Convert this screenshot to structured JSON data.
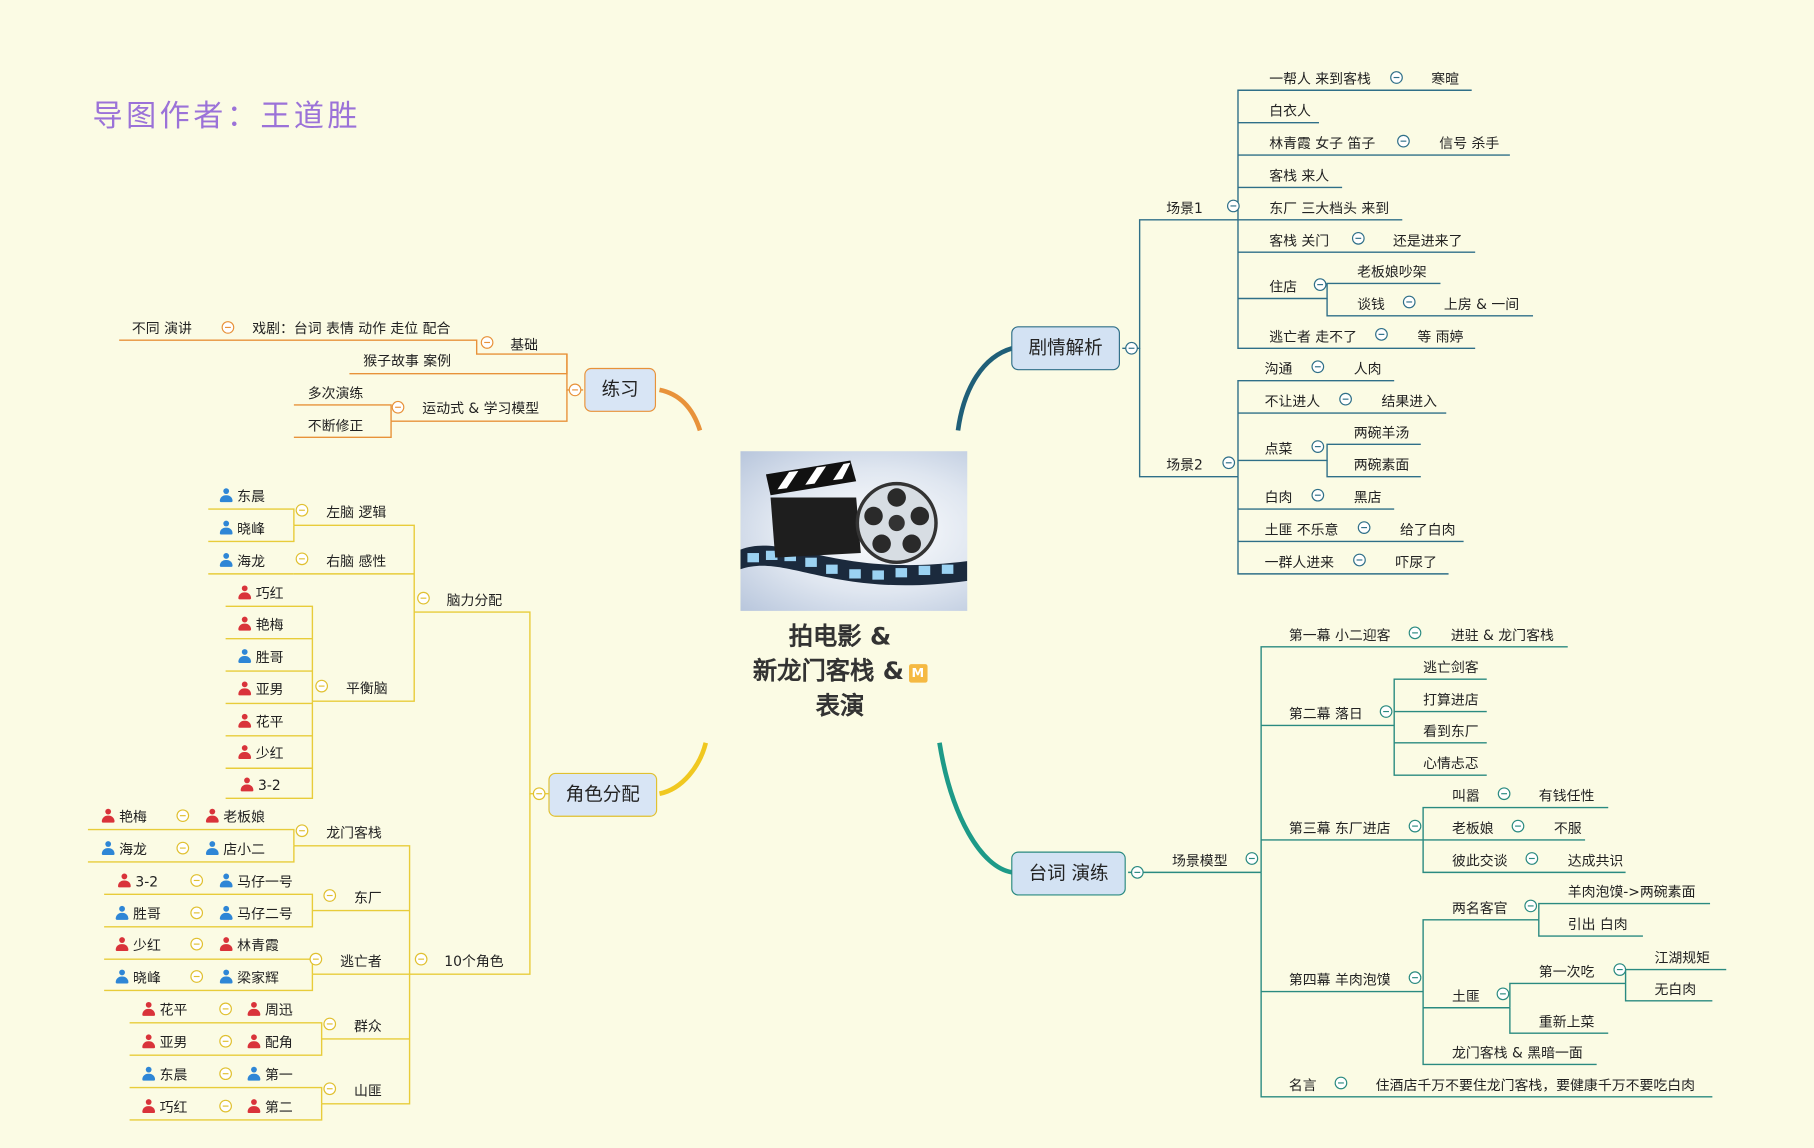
{
  "author": "导图作者：王道胜",
  "central": {
    "line1": "拍电影 &",
    "line2": "新龙门客栈 &",
    "line3": "表演",
    "marker": "M"
  },
  "main": {
    "practice": "练习",
    "plot": "剧情解析",
    "roles": "角色分配",
    "lines": "台词 演练"
  },
  "practice": {
    "basic": "基础",
    "basic_a": "戏剧：台词 表情 动作 走位 配合",
    "basic_a1": "不同 演讲",
    "basic_b": "猴子故事 案例",
    "model": "运动式 & 学习模型",
    "model_a": "多次演练",
    "model_b": "不断修正"
  },
  "roles": {
    "brain": "脑力分配",
    "left": "左脑 逻辑",
    "left_p": [
      "东晨",
      "晓峰"
    ],
    "right": "右脑 感性",
    "right_p": [
      "海龙"
    ],
    "balance": "平衡脑",
    "balance_p": [
      "巧红",
      "艳梅",
      "胜哥",
      "亚男",
      "花平",
      "少红",
      "3-2"
    ],
    "ten": "10个角色",
    "inn": "龙门客栈",
    "inn_p": [
      [
        "艳梅",
        "老板娘"
      ],
      [
        "海龙",
        "店小二"
      ]
    ],
    "east": "东厂",
    "east_p": [
      [
        "3-2",
        "马仔一号"
      ],
      [
        "胜哥",
        "马仔二号"
      ]
    ],
    "fugitive": "逃亡者",
    "fugitive_p": [
      [
        "少红",
        "林青霞"
      ],
      [
        "晓峰",
        "梁家辉"
      ]
    ],
    "crowd": "群众",
    "crowd_p": [
      [
        "花平",
        "周迅"
      ],
      [
        "亚男",
        "配角"
      ]
    ],
    "bandit": "山匪",
    "bandit_p": [
      [
        "东晨",
        "第一"
      ],
      [
        "巧红",
        "第二"
      ]
    ]
  },
  "plot": {
    "s1": "场景1",
    "s1_items": {
      "a": "一帮人 来到客栈",
      "a1": "寒暄",
      "b": "白衣人",
      "c": "林青霞 女子 笛子",
      "c1": "信号 杀手",
      "d": "客栈 来人",
      "e": "东厂 三大档头 来到",
      "f": "客栈 关门",
      "f1": "还是进来了",
      "g": "住店",
      "g1": "老板娘吵架",
      "g2": "谈钱",
      "g2a": "上房 & 一间",
      "h": "逃亡者 走不了",
      "h1": "等 雨婷"
    },
    "s2": "场景2",
    "s2_items": {
      "a": "沟通",
      "a1": "人肉",
      "b": "不让进人",
      "b1": "结果进入",
      "c": "点菜",
      "c1": "两碗羊汤",
      "c2": "两碗素面",
      "d": "白肉",
      "d1": "黑店",
      "e": "土匪 不乐意",
      "e1": "给了白肉",
      "f": "一群人进来",
      "f1": "吓尿了"
    }
  },
  "lines": {
    "model": "场景模型",
    "act1": "第一幕 小二迎客",
    "act1_a": "进驻 & 龙门客栈",
    "act2": "第二幕 落日",
    "act2_items": [
      "逃亡剑客",
      "打算进店",
      "看到东厂",
      "心情忐忑"
    ],
    "act3": "第三幕 东厂进店",
    "act3_a": "叫嚣",
    "act3_a1": "有钱任性",
    "act3_b": "老板娘",
    "act3_b1": "不服",
    "act3_c": "彼此交谈",
    "act3_c1": "达成共识",
    "act4": "第四幕 羊肉泡馍",
    "act4_a": "两名客官",
    "act4_a1": "羊肉泡馍->两碗素面",
    "act4_a2": "引出 白肉",
    "act4_b": "土匪",
    "act4_b1": "第一次吃",
    "act4_b1a": "江湖规矩",
    "act4_b1b": "无白肉",
    "act4_b2": "重新上菜",
    "act4_c": "龙门客栈 & 黑暗一面",
    "quote": "名言",
    "quote_a": "住酒店千万不要住龙门客栈，要健康千万不要吃白肉"
  },
  "colors": {
    "practice": "#e8923a",
    "roles": "#e0c030",
    "plot": "#2f6f88",
    "lines": "#2a8a80",
    "author": "#9b72d8"
  }
}
